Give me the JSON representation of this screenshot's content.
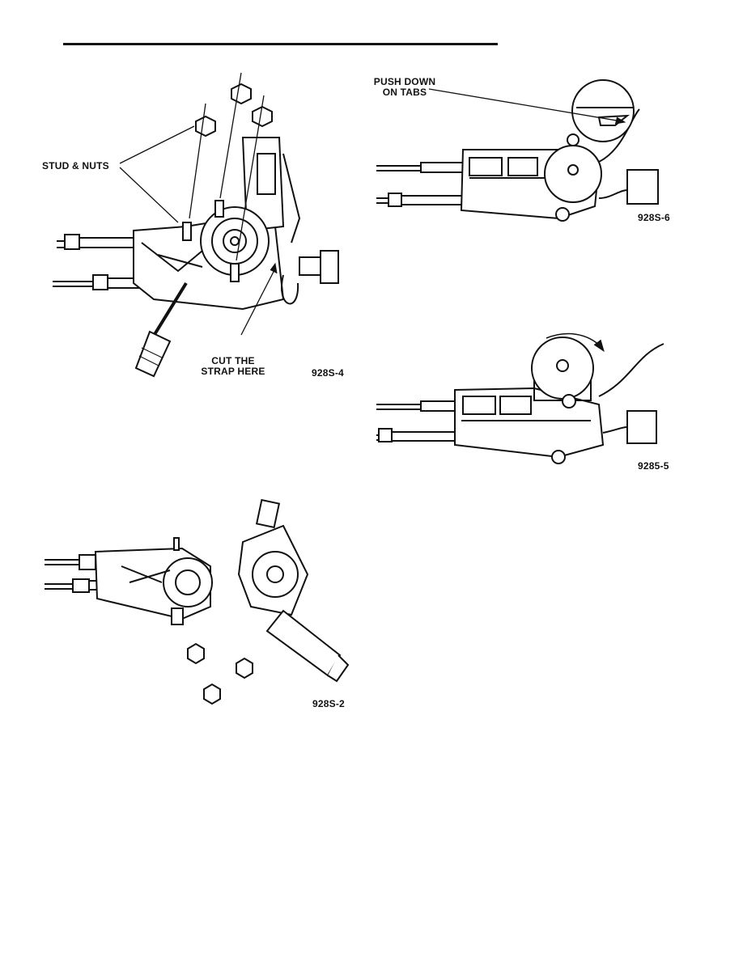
{
  "header": {
    "rule": true
  },
  "figures": {
    "fig_4": {
      "callout_studs": "STUD & NUTS",
      "callout_cut_line1": "CUT THE",
      "callout_cut_line2": "STRAP HERE",
      "code": "928S-4"
    },
    "fig_6": {
      "callout_tabs_line1": "PUSH DOWN",
      "callout_tabs_line2": "ON TABS",
      "code": "928S-6"
    },
    "fig_5": {
      "code": "9285-5"
    },
    "fig_2": {
      "code": "928S-2"
    }
  },
  "colors": {
    "ink": "#111111",
    "hatch": "#555555",
    "paper": "#ffffff"
  }
}
